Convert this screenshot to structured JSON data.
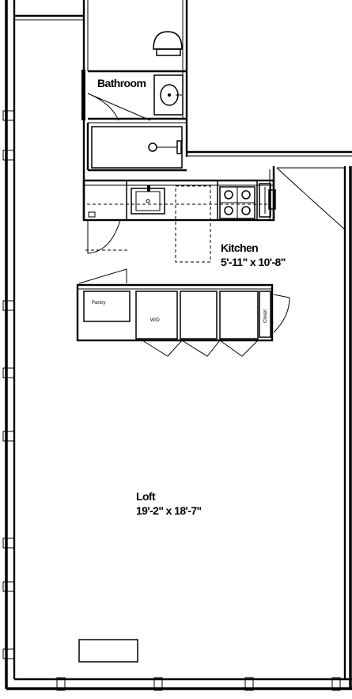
{
  "rooms": {
    "bathroom": {
      "name": "Bathroom"
    },
    "kitchen": {
      "name": "Kitchen",
      "dimensions": "5'-11\" x 10'-8\""
    },
    "loft": {
      "name": "Loft",
      "dimensions": "19'-2\" x 18'-7\""
    }
  },
  "fixtures": {
    "pantry": "Pantry",
    "wd": "W/D",
    "closet": "Closet"
  },
  "icons": {
    "toilet": "toilet-icon",
    "sink": "sink-icon",
    "shower": "shower-icon",
    "range": "range-icon",
    "refrigerator": "refrigerator-icon",
    "island": "kitchen-island-icon",
    "radiator": "radiator-icon"
  }
}
